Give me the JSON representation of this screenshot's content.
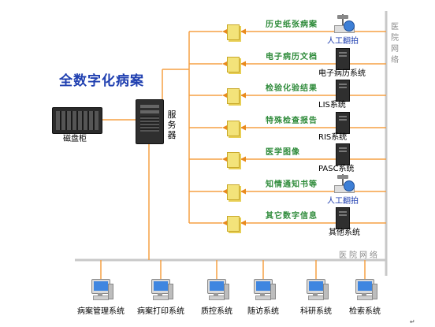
{
  "title": "全数字化病案",
  "disk_label": "磁盘柜",
  "server_label": "服务器",
  "hospital_network": "医院网络",
  "sources": [
    {
      "doc": "历史纸张病案",
      "system": "人工翻拍",
      "kind": "scanner"
    },
    {
      "doc": "电子病历文档",
      "system": "电子病历系统",
      "kind": "server"
    },
    {
      "doc": "检验化验结果",
      "system": "LIS系统",
      "kind": "server"
    },
    {
      "doc": "特殊检查报告",
      "system": "RIS系统",
      "kind": "server"
    },
    {
      "doc": "医学图像",
      "system": "PASC系统",
      "kind": "server"
    },
    {
      "doc": "知情通知书等",
      "system": "人工翻拍",
      "kind": "scanner"
    },
    {
      "doc": "其它数字信息",
      "system": "其他系统",
      "kind": "server"
    }
  ],
  "clients": [
    "病案管理系统",
    "病案打印系统",
    "质控系统",
    "随访系统",
    "科研系统",
    "检索系统"
  ],
  "paragraph_mark": "↵",
  "colors": {
    "line": "#f5a043",
    "arrow": "#e98a1c",
    "network": "#c8c8c8",
    "title": "#1f3fb0",
    "doc_text": "#2e8b3a",
    "system_text": "#1f3fb0"
  }
}
